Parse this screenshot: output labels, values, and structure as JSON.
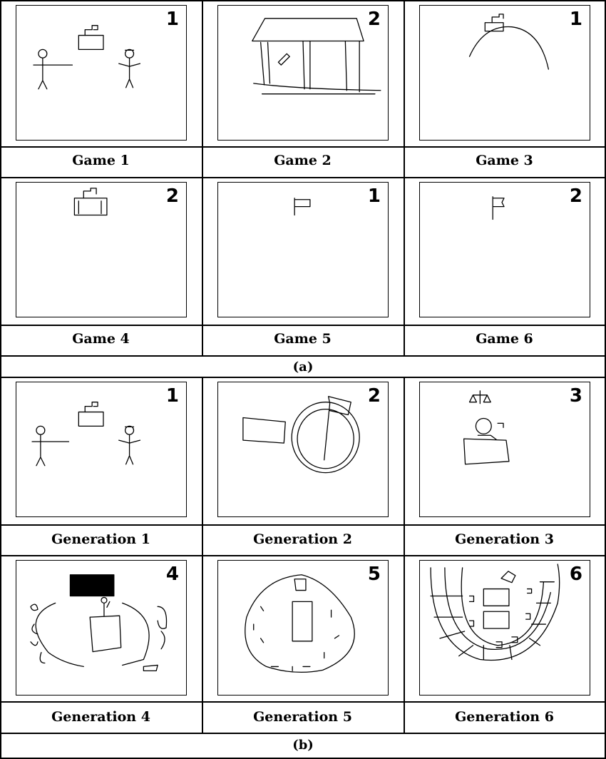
{
  "section_a": {
    "caption": "(a)",
    "panels": [
      {
        "label": "Game 1",
        "number": "1"
      },
      {
        "label": "Game 2",
        "number": "2"
      },
      {
        "label": "Game 3",
        "number": "1"
      },
      {
        "label": "Game 4",
        "number": "2"
      },
      {
        "label": "Game 5",
        "number": "1"
      },
      {
        "label": "Game 6",
        "number": "2"
      }
    ]
  },
  "section_b": {
    "caption": "(b)",
    "panels": [
      {
        "label": "Generation 1",
        "number": "1"
      },
      {
        "label": "Generation 2",
        "number": "2"
      },
      {
        "label": "Generation 3",
        "number": "3"
      },
      {
        "label": "Generation 4",
        "number": "4"
      },
      {
        "label": "Generation 5",
        "number": "5"
      },
      {
        "label": "Generation 6",
        "number": "6"
      }
    ]
  }
}
